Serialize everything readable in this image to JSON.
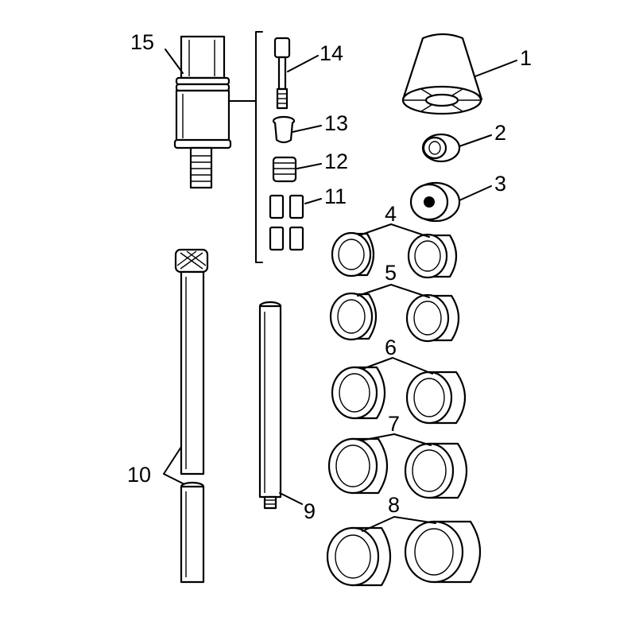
{
  "figure": {
    "type": "exploded-parts-illustration",
    "callouts": {
      "c1": "1",
      "c2": "2",
      "c3": "3",
      "c4": "4",
      "c5": "5",
      "c6": "6",
      "c7": "7",
      "c8": "8",
      "c9": "9",
      "c10": "10",
      "c11": "11",
      "c12": "12",
      "c13": "13",
      "c14": "14",
      "c15": "15"
    }
  }
}
